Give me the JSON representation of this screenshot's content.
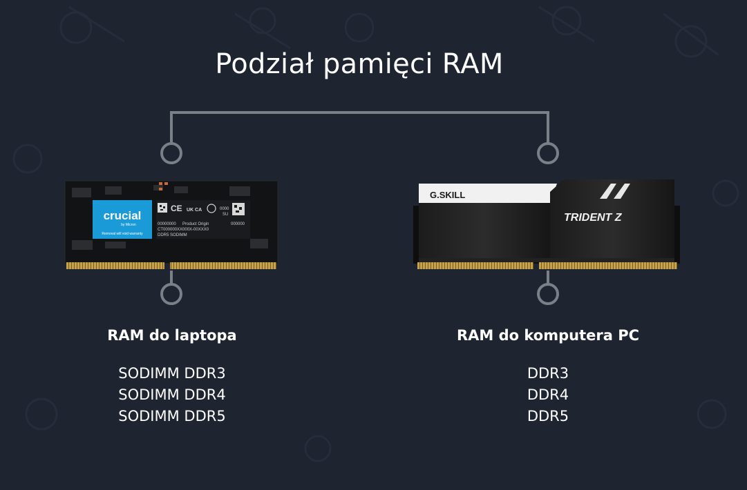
{
  "title": "Podział pamięci RAM",
  "colors": {
    "background": "#1e2430",
    "connector": "#7a7f88",
    "text": "#ffffff",
    "crucial_label": "#1a9bd7"
  },
  "left": {
    "heading": "RAM do laptopa",
    "items": [
      "SODIMM DDR3",
      "SODIMM DDR4",
      "SODIMM DDR5"
    ],
    "module": {
      "brand": "crucial",
      "by": "by Micron",
      "warranty": "Removal will void warranty",
      "lines": [
        "00000000",
        "Product Origin",
        "CT000000XX000X-00XXX0",
        "DDR5 SODIMM",
        "0000",
        "SU",
        "000000"
      ],
      "marks": [
        "CE",
        "UK CA"
      ]
    }
  },
  "right": {
    "heading": "RAM do komputera PC",
    "items": [
      "DDR3",
      "DDR4",
      "DDR5"
    ],
    "module": {
      "brand": "G.SKILL",
      "series": "TRIDENT Z"
    }
  }
}
